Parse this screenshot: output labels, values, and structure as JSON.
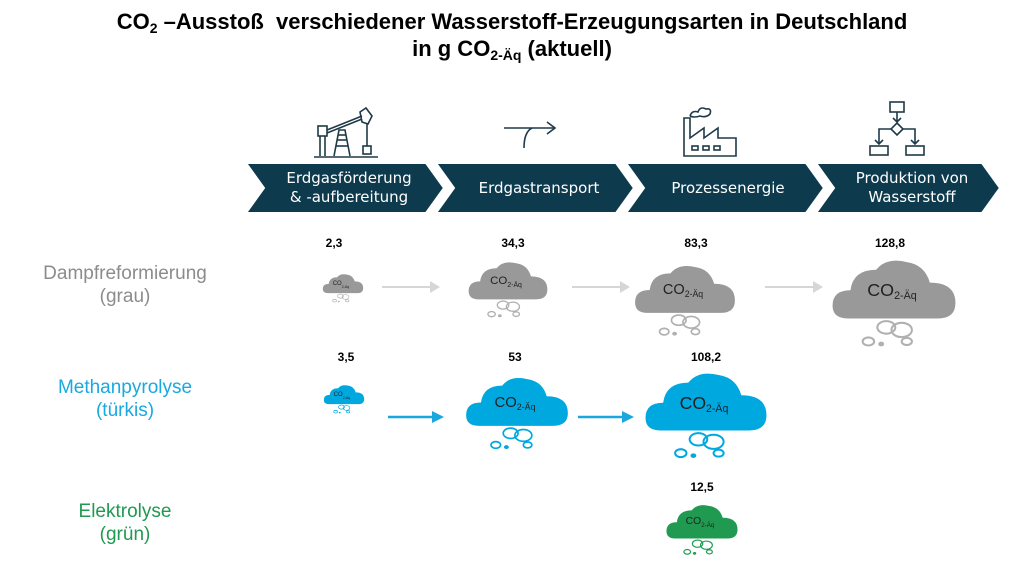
{
  "title": {
    "line1_prefix": "CO",
    "line1_sub": "2",
    "line1_rest": " –Ausstoß  verschiedener Wasserstoff-Erzeugungsarten in Deutschland",
    "line2_prefix": "in g CO",
    "line2_sub": "2-Äq",
    "line2_rest": " (aktuell)"
  },
  "stages": [
    {
      "label_line1": "Erdgasförderung",
      "label_line2": "& -aufbereitung",
      "icon": "oil-pump-icon"
    },
    {
      "label_line1": "Erdgastransport",
      "label_line2": "",
      "icon": "arrow-curve-icon"
    },
    {
      "label_line1": "Prozessenergie",
      "label_line2": "",
      "icon": "factory-icon"
    },
    {
      "label_line1": "Produktion von",
      "label_line2": "Wasserstoff",
      "icon": "flowchart-icon"
    }
  ],
  "cloud_label": {
    "prefix": "CO",
    "sub": "2-Äq"
  },
  "colors": {
    "chevron": "#0d3a4d",
    "grau": "#999999",
    "grau_label": "#8c8c8c",
    "grau_arrow": "#d0d0d0",
    "tuerkis": "#00a8e0",
    "gruen": "#1f9a50"
  },
  "chart_data": {
    "type": "table",
    "title": "CO2 –Ausstoß verschiedener Wasserstoff-Erzeugungsarten in Deutschland in g CO2-Äq (aktuell)",
    "unit": "g CO2-Äq",
    "stages": [
      "Erdgasförderung & -aufbereitung",
      "Erdgastransport",
      "Prozessenergie",
      "Produktion von Wasserstoff"
    ],
    "series": [
      {
        "name": "Dampfreformierung (grau)",
        "label_line1": "Dampfreformierung",
        "label_line2": "(grau)",
        "values": [
          "2,3",
          "34,3",
          "83,3",
          "128,8"
        ]
      },
      {
        "name": "Methanpyrolyse (türkis)",
        "label_line1": "Methanpyrolyse",
        "label_line2": "(türkis)",
        "values": [
          "3,5",
          "53",
          "108,2",
          null
        ]
      },
      {
        "name": "Elektrolyse (grün)",
        "label_line1": "Elektrolyse",
        "label_line2": "(grün)",
        "values": [
          null,
          null,
          "12,5",
          null
        ]
      }
    ]
  }
}
